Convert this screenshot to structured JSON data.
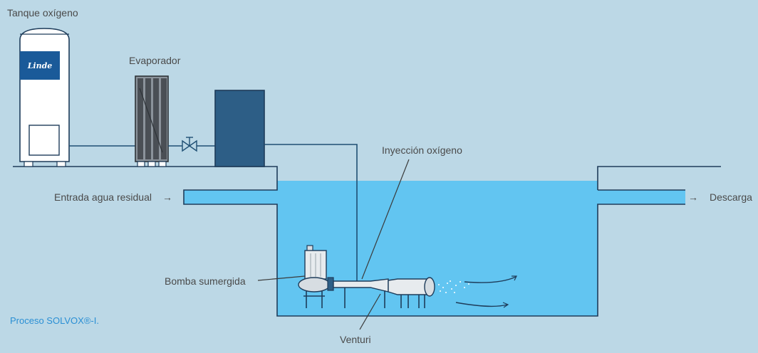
{
  "labels": {
    "tank": "Tanque oxígeno",
    "evaporator": "Evaporador",
    "injection": "Inyección oxígeno",
    "inlet": "Entrada agua residual",
    "discharge": "Descarga",
    "pump": "Bomba sumergida",
    "venturi": "Venturi",
    "caption": "Proceso SOLVOX®-I."
  },
  "tank_brand": "Linde",
  "arrow_glyph": "→",
  "colors": {
    "background": "#bcd8e6",
    "water": "#62c5f1",
    "outline": "#1e3c5a",
    "tank_body": "#ffffff",
    "brand_box": "#1a5a99",
    "control_box": "#2d5e86",
    "evaporator": "#5a6068",
    "caption": "#2a8fd4"
  }
}
